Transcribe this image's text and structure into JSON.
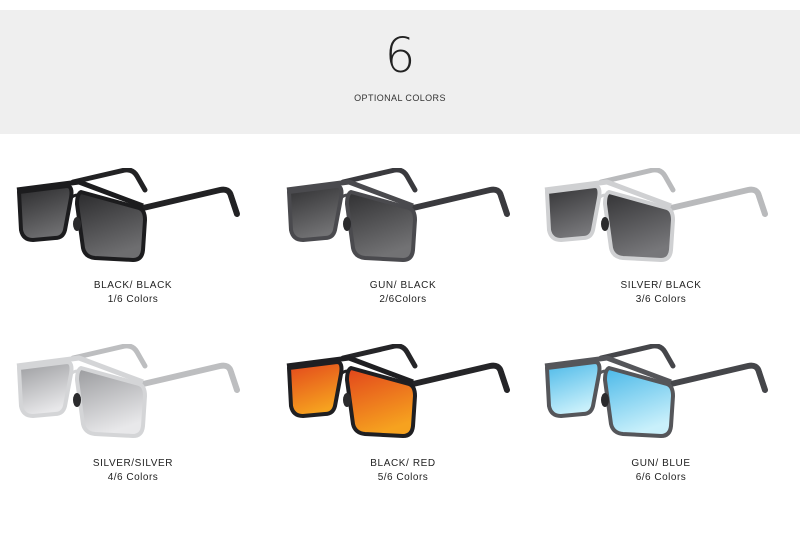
{
  "header": {
    "number": "6",
    "subtitle": "OPTIONAL COLORS"
  },
  "products": [
    {
      "name": "BLACK/ BLACK",
      "count": "1/6 Colors",
      "frame": "#1c1c1e",
      "temple": "#222224",
      "lens_top": "#2a2a2c",
      "lens_bottom": "#6e6e70"
    },
    {
      "name": "GUN/ BLACK",
      "count": "2/6Colors",
      "frame": "#4a4a4e",
      "temple": "#3a3a3e",
      "lens_top": "#303032",
      "lens_bottom": "#727274"
    },
    {
      "name": "SILVER/ BLACK",
      "count": "3/6 Colors",
      "frame": "#cfd0d2",
      "temple": "#b9babc",
      "lens_top": "#333335",
      "lens_bottom": "#77777a"
    },
    {
      "name": "SILVER/SILVER",
      "count": "4/6 Colors",
      "frame": "#d4d5d7",
      "temple": "#bdbec0",
      "lens_top": "#9a9b9e",
      "lens_bottom": "#e8e8ea"
    },
    {
      "name": "BLACK/ RED",
      "count": "5/6 Colors",
      "frame": "#1f1f22",
      "temple": "#252528",
      "lens_top": "#e2451c",
      "lens_bottom": "#f6a21f"
    },
    {
      "name": "GUN/ BLUE",
      "count": "6/6 Colors",
      "frame": "#55565a",
      "temple": "#45464a",
      "lens_top": "#4ab8e8",
      "lens_bottom": "#c9f0fb"
    }
  ]
}
